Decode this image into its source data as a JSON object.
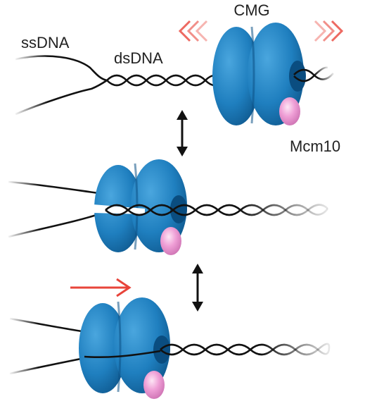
{
  "labels": {
    "cmg": "CMG",
    "ssdna": "ssDNA",
    "dsdna": "dsDNA",
    "mcm10": "Mcm10"
  },
  "panels": [
    {
      "state": "CMG encircling ssDNA, oscillating",
      "direction": "bidirectional"
    },
    {
      "state": "CMG ring opened",
      "direction": "none"
    },
    {
      "state": "CMG encircling dsDNA, translocating",
      "direction": "forward"
    }
  ],
  "colors": {
    "cmg": "#1f7fbf",
    "cmg_dark": "#0f5d94",
    "mcm10": "#e79ad0",
    "dna": "#111111",
    "motion_arrow": "#e8443a",
    "transition_arrow": "#111111"
  },
  "icons": {
    "motion_left": "double-chevron-left",
    "motion_right": "double-chevron-right",
    "motion_forward": "arrow-right",
    "transition": "double-headed-vertical-arrow"
  }
}
